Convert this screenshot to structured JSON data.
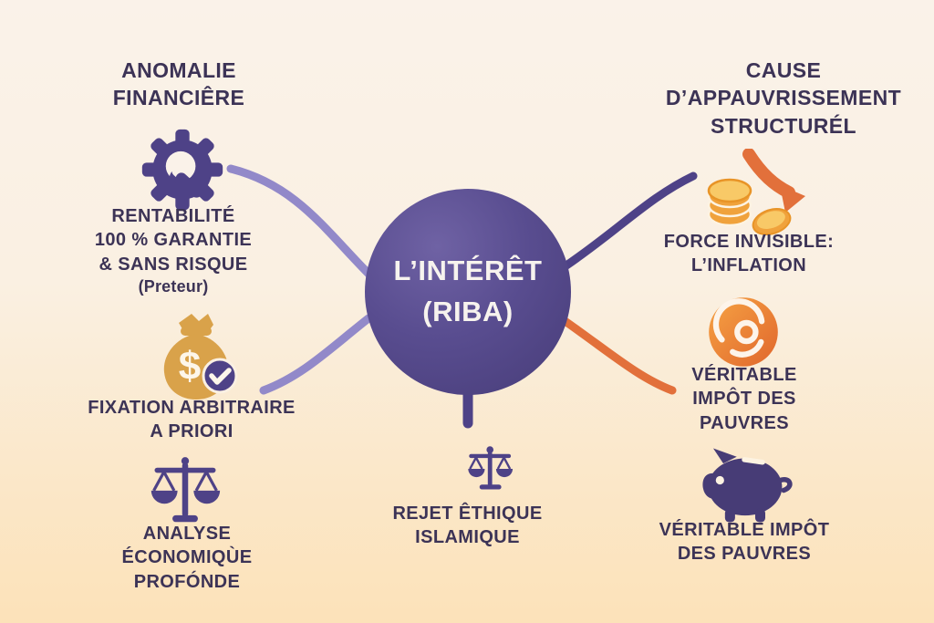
{
  "diagram": {
    "center_node": {
      "line1": "L’INTÉRÊT",
      "line2": "(RIBA)"
    },
    "left_column": {
      "heading": {
        "line1": "ANOMALIE",
        "line2": "FINANCIÊRE"
      },
      "items": [
        {
          "icon": "gear-wrench-icon",
          "lines": [
            "RENTABILITÉ",
            "100 % GARANTIE",
            "& SANS RISQUE",
            "(Preteur)"
          ]
        },
        {
          "icon": "money-bag-check-icon",
          "lines": [
            "FIXATION ARBITRAIRE",
            "A PRIORI"
          ]
        },
        {
          "icon": "balance-scale-icon",
          "lines": [
            "ANALYSE",
            "ÉCONOMIQÙE",
            "PROFÓNDE"
          ]
        }
      ]
    },
    "right_column": {
      "heading": {
        "line1": "CAUSE",
        "line2": "D’APPAUVRISSEMENT",
        "line3": "STRUCTURÉL"
      },
      "items": [
        {
          "icon": "falling-coins-icon",
          "lines": [
            "FORCE INVISIBLE:",
            "L’INFLATION"
          ]
        },
        {
          "icon": "spiral-target-icon",
          "lines": [
            "VÉRITABLE",
            "IMPÔT DES",
            "PAUVRES"
          ]
        },
        {
          "icon": "piggy-bank-icon",
          "lines": [
            "VÉRITABLE IMPÔT",
            "DES PAUVRES"
          ]
        }
      ]
    },
    "bottom_node": {
      "icon": "crescent-scale-icon",
      "lines": [
        "REJET ÊTHIQUE",
        "ISLAMIQUE"
      ]
    }
  },
  "colors": {
    "background_top": "#faf2e9",
    "background_bottom": "#fce2b9",
    "text": "#3c3356",
    "purple_icon": "#4e4287",
    "circle_gradient_light": "#6f62a4",
    "circle_gradient_dark": "#473c78",
    "lavender_connector": "#9289c9",
    "indigo_connector": "#4e4287",
    "orange_connector": "#e2703b",
    "gold": "#d9a24a",
    "coin_light": "#f8c967",
    "orange_icon": "#ee8a36"
  }
}
